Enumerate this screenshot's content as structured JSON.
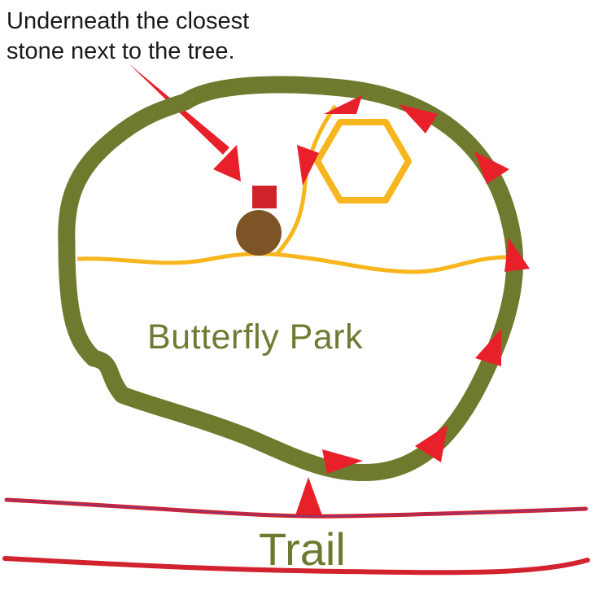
{
  "annotation": {
    "line1": "Underneath the closest",
    "line2": "stone next to the tree."
  },
  "park": {
    "label": "Butterfly Park"
  },
  "trail": {
    "label": "Trail"
  },
  "colors": {
    "park_boundary": "#6f7a2e",
    "park_label": "#707a32",
    "path": "#f7b51e",
    "arrow": "#e8202a",
    "marker": "#d0222a",
    "tree": "#7d5426",
    "trail_line": "#d1222e",
    "trail_label": "#6d7a2e",
    "note_text": "#1a1a1a"
  },
  "icons": {
    "marker": "square-marker-icon",
    "tree": "tree-circle-icon",
    "pavilion": "hexagon-icon",
    "direction": "triangle-arrow-icon"
  }
}
